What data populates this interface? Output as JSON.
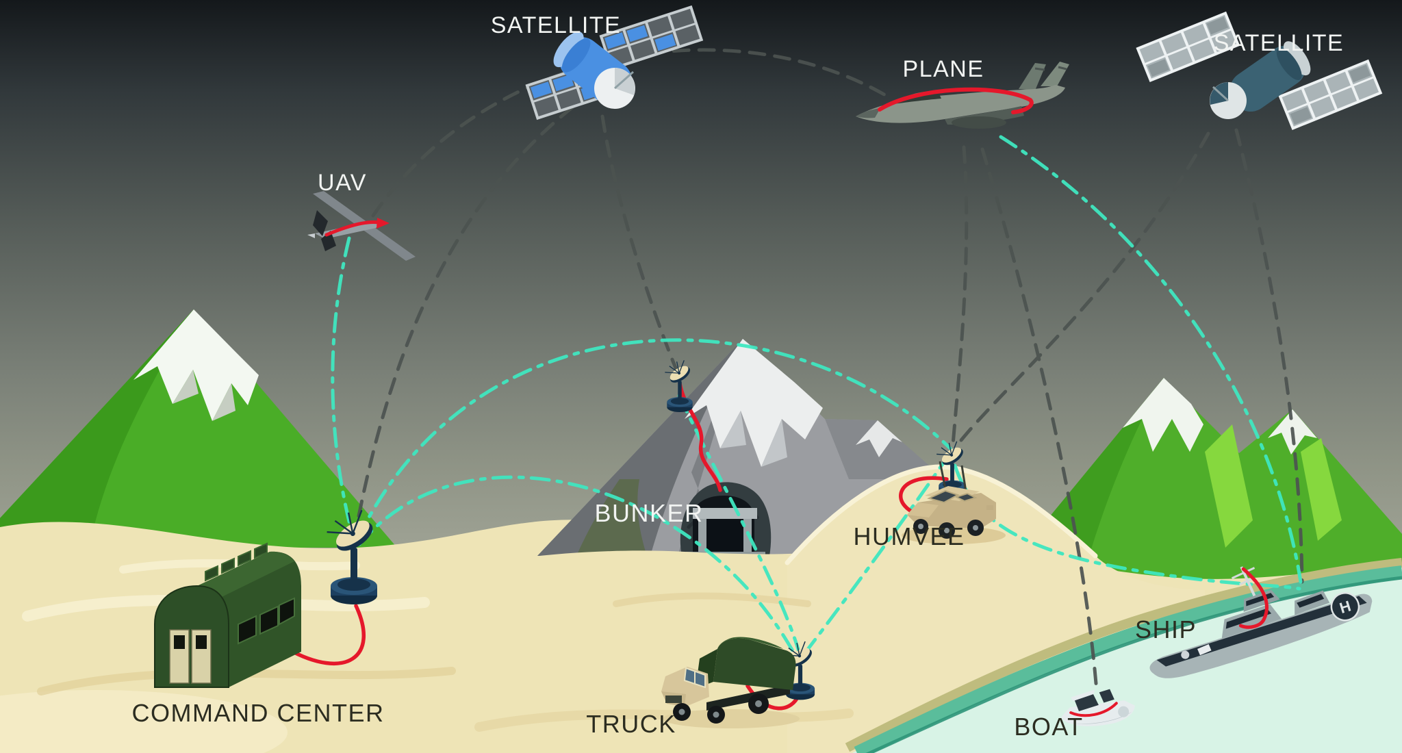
{
  "scene": {
    "description": "Military communication network illustration"
  },
  "labels": {
    "satellite_left": "SATELLITE",
    "satellite_right": "SATELLITE",
    "plane": "PLANE",
    "uav": "UAV",
    "bunker": "BUNKER",
    "command_center": "COMMAND CENTER",
    "truck": "TRUCK",
    "humvee": "HUMVEE",
    "boat": "BOAT",
    "ship": "SHIP"
  },
  "ship": {
    "helipad_letter": "H"
  },
  "colors": {
    "sky_top": "#14181b",
    "sky_horizon": "#a7a896",
    "sand": "#eee4b6",
    "sand_light": "#f6efcf",
    "sand_dark": "#e2d29c",
    "water": "#d8f3e6",
    "shore_teal": "#5abd9b",
    "mountain_green": "#4aad27",
    "mountain_gray": "#8e9194",
    "link_gray": "#4c5350",
    "link_teal": "#3fe7c0",
    "cable_red": "#e5182b",
    "satellite_blue": "#4a90e2",
    "satellite_teal": "#3b6273",
    "army_green": "#2d4f27",
    "vehicle_tan": "#c5b287",
    "ship_hull": "#a7b4b6",
    "ship_deck": "#23303a"
  }
}
